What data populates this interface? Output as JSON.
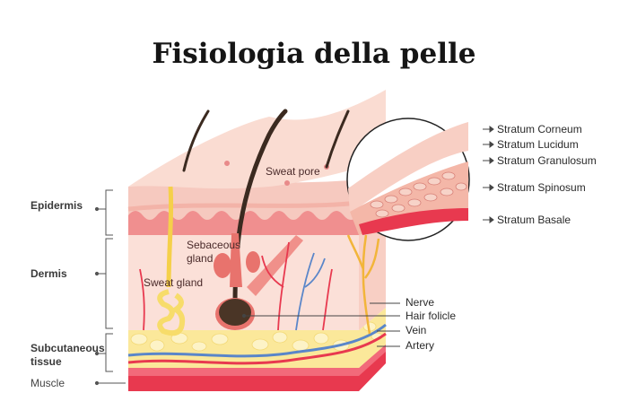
{
  "title": "Fisiologia della pelle",
  "left_labels": {
    "epidermis": "Epidermis",
    "dermis": "Dermis",
    "subcutaneous": "Subcutaneous tissue",
    "subcutaneous_line1": "Subcutaneous",
    "subcutaneous_line2": "tissue",
    "muscle": "Muscle"
  },
  "inner_labels": {
    "sweat_pore": "Sweat pore",
    "sebaceous_line1": "Sebaceous",
    "sebaceous_line2": "gland",
    "sweat_gland": "Sweat gland"
  },
  "right_labels": {
    "nerve": "Nerve",
    "hair_follicle": "Hair folicle",
    "vein": "Vein",
    "artery": "Artery"
  },
  "strata": [
    "Stratum Corneum",
    "Stratum Lucidum",
    "Stratum Granulosum",
    "Stratum Spinosum",
    "Stratum Basale"
  ],
  "colors": {
    "epidermis": "#f7cfc6",
    "dermis": "#fbe0d8",
    "fat": "#fbe89a",
    "muscle": "#e8394f",
    "hair": "#3b2a20",
    "nerve": "#f2b53a",
    "vein": "#5a86c9",
    "artery": "#e8394f"
  }
}
